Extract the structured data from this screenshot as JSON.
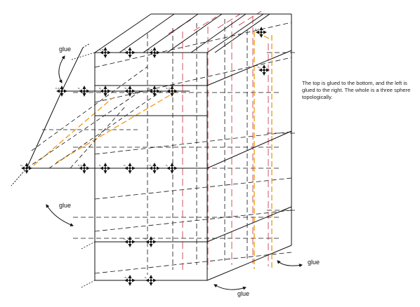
{
  "caption": "The top is glued to the bottom, and the left is glued to the right.  The whole is a three sphere topologically.",
  "glue_labels": [
    "glue",
    "glue",
    "glue",
    "glue"
  ],
  "colors": {
    "line": "#111111",
    "red_dash": "#c9283a",
    "orange_dash": "#f0a020"
  },
  "vertex_labels": [
    "e₁,e₂",
    "e₃",
    "e₄",
    "−e₁,−e₂",
    "e₂",
    "π₁,π₂",
    "e₀₁"
  ]
}
